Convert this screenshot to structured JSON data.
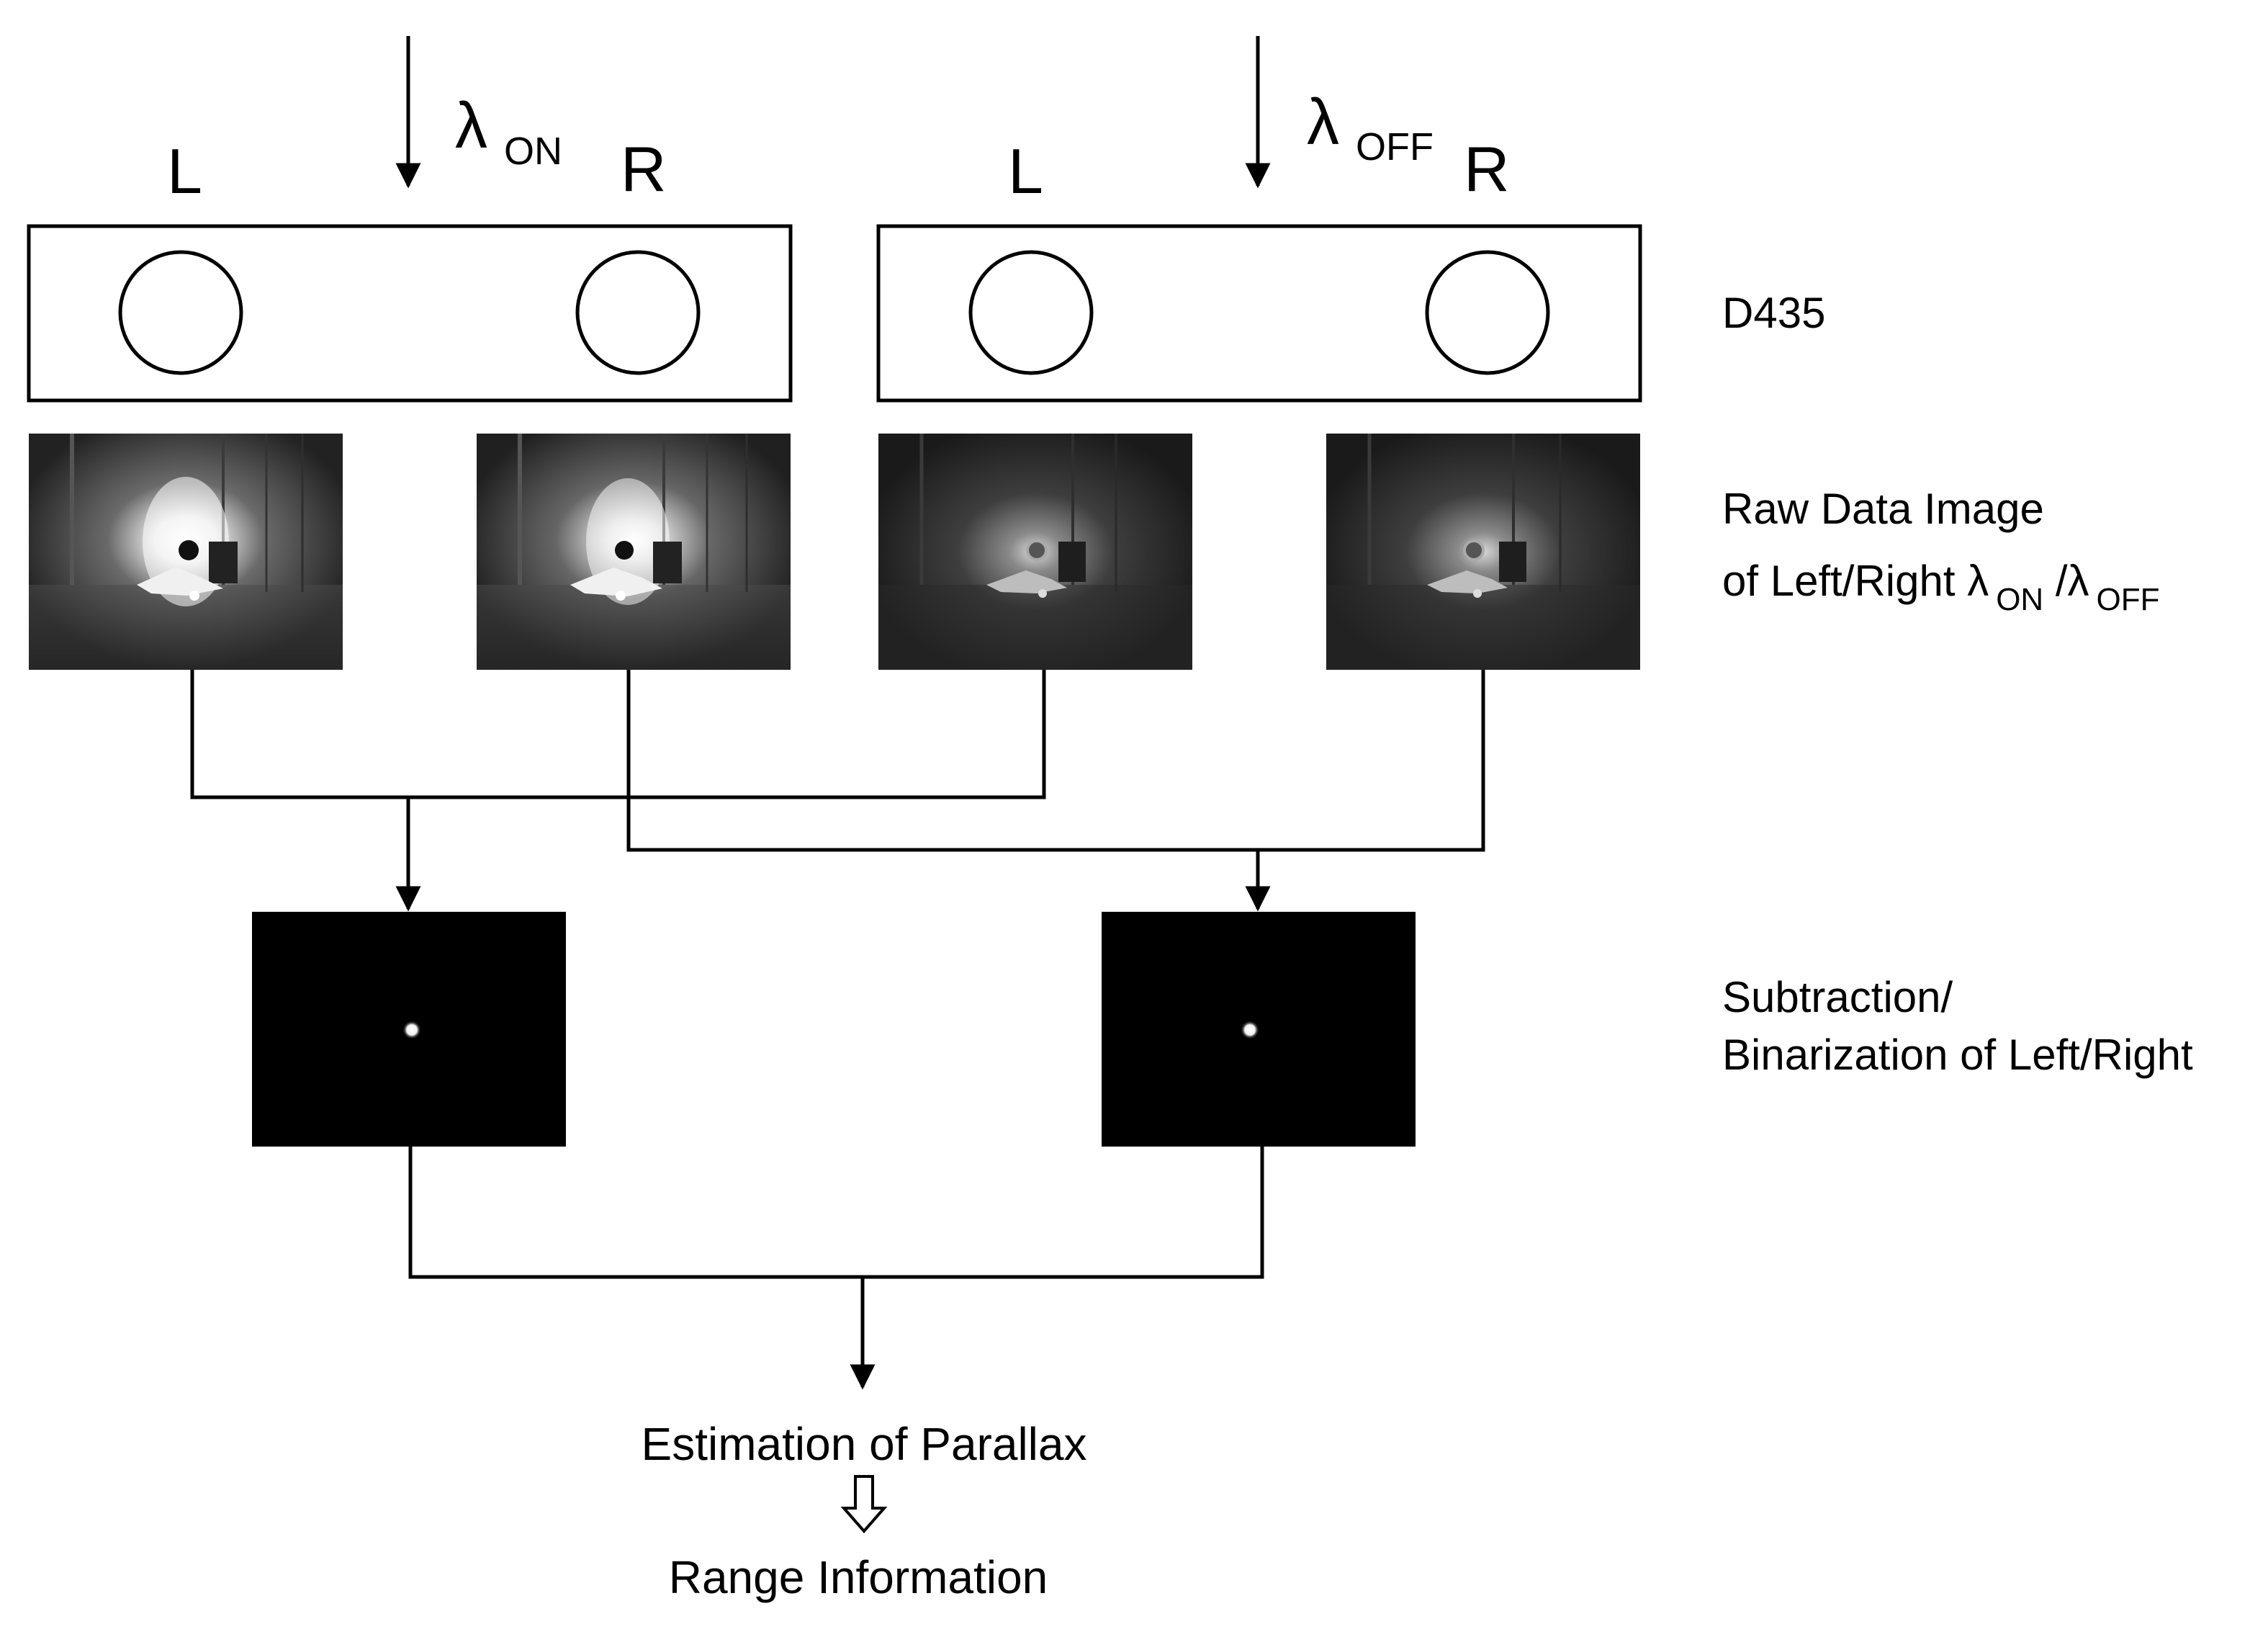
{
  "lasers": {
    "on": {
      "symbol": "λ",
      "subscript": "ON"
    },
    "off": {
      "symbol": "λ",
      "subscript": "OFF"
    }
  },
  "cameras": [
    {
      "left_label": "L",
      "right_label": "R"
    },
    {
      "left_label": "L",
      "right_label": "R"
    }
  ],
  "side_labels": {
    "device": "D435",
    "raw_line1": "Raw Data Image",
    "raw_line2_prefix": "of Left/Right ",
    "raw_lambda": "λ",
    "raw_on": "ON",
    "raw_sep": " /λ",
    "raw_off": "OFF",
    "sub_line1": "Subtraction/",
    "sub_line2": "Binarization of Left/Right"
  },
  "output": {
    "line1": "Estimation of Parallax",
    "line2": "Range Information"
  },
  "colors": {
    "line": "#000000",
    "background": "#ffffff",
    "image_dark": "#000000",
    "spot": "#ffffff"
  }
}
